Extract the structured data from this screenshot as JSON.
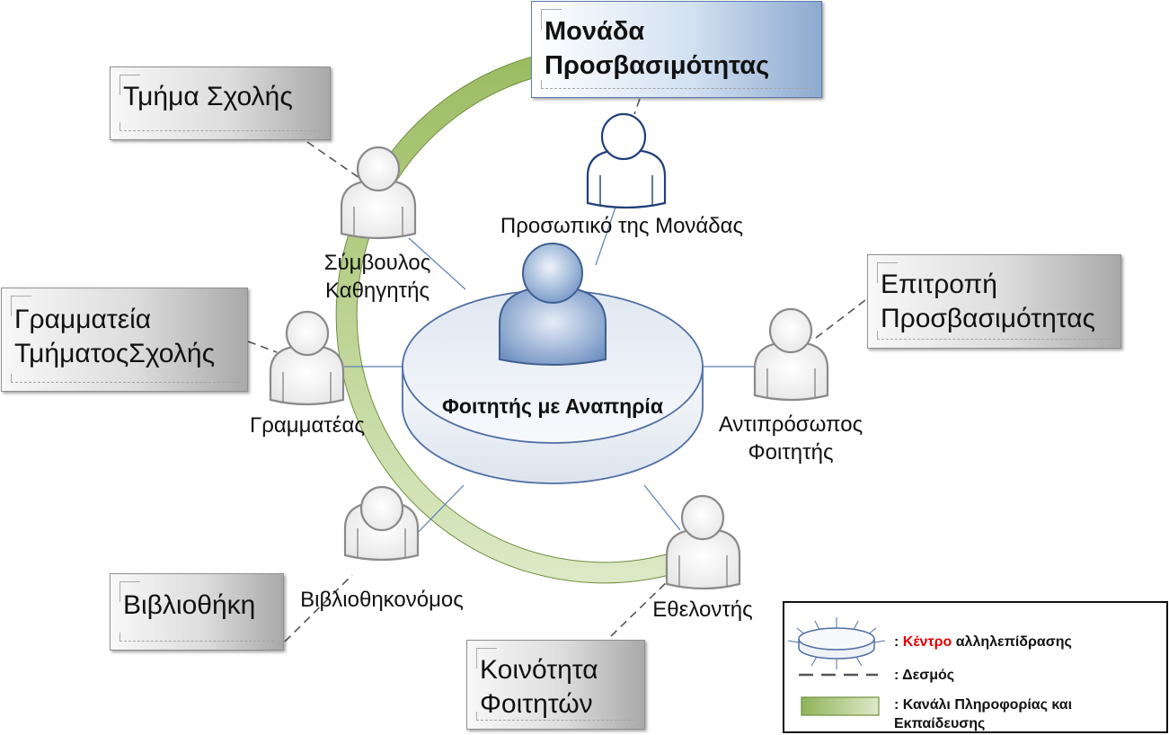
{
  "center": {
    "label": "Φοιτητής με Αναπηρία"
  },
  "boxes": {
    "unit": "Μονάδα\nΠροσβασιμότητας",
    "department": "Τμήμα Σχολής",
    "secretariat": "Γραμματεία\nΤμήματοςΣχολής",
    "committee": "Επιτροπή\nΠροσβασιμότητας",
    "library": "Βιβλιοθήκη",
    "community": "Κοινότητα\nΦοιτητών"
  },
  "people": {
    "unit_staff": "Προσωπικό της Μονάδας",
    "advisor": "Σύμβουλος\nΚαθηγητής",
    "secretary": "Γραμματέας",
    "representative": "Αντιπρόσωπος\nΦοιτητής",
    "librarian": "Βιβλιοθηκονόμος",
    "volunteer": "Εθελοντής"
  },
  "legend": {
    "center_prefix": ": ",
    "center_highlight": "Κέντρο",
    "center_rest": " αλληλεπίδρασης",
    "bond": ": Δεσμός",
    "channel": ": Κανάλι Πληροφορίας και\nΕκπαίδευσης"
  },
  "colors": {
    "channel_green": "#9fbf6b",
    "center_blue": "#4f6fa5",
    "person_blue": "#7d9dc9",
    "person_gray": "#c8c8c8",
    "highlight_red": "#e00000"
  }
}
